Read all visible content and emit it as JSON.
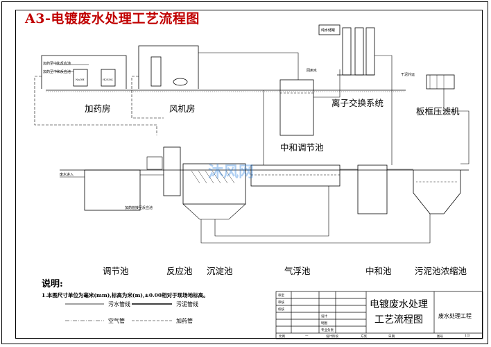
{
  "title": "A3-电镀废水处理工艺流程图",
  "rooms": {
    "dosing_room": "加药房",
    "blower_room": "风机房",
    "neutral_adjust_tank": "中和调节池",
    "ion_exchange": "离子交换系统",
    "filter_press": "板框压滤机"
  },
  "units": {
    "equalization": "调节池",
    "reaction": "反应池",
    "sedimentation": "沉淀池",
    "flotation": "气浮池",
    "neutralization": "中和池",
    "sludge_thickener": "污泥池浓缩池"
  },
  "small_labels": {
    "dosing1": "加药至中和反应池",
    "dosing2": "加药至中和反应池",
    "water_in": "废水进入",
    "pure_water": "纯水储罐",
    "reuse": "回用水",
    "mud_out": "干泥外运",
    "drug_pipe_label": "加药管接至反应池",
    "naoh": "NaOH",
    "h2so4": "H2SO4"
  },
  "notes": {
    "heading": "说明:",
    "line1": "1.本图尺寸单位为毫米(mm),标高为米(m),±0.00相对于现场地标高。"
  },
  "legend": {
    "sewage": "污水管线",
    "sludge": "污泥管线",
    "air": "空气管",
    "dosing": "加药管"
  },
  "title_block": {
    "drawing_title_line1": "电镀废水处理",
    "drawing_title_line2": "工艺流程图",
    "project": "废水处理工程",
    "row_labels": [
      "审定",
      "审核",
      "校核",
      "设计",
      "制图",
      "专业负责"
    ],
    "bottom": [
      "比例",
      "—",
      "设计阶段",
      "方案",
      "日期",
      "图号",
      "1/3"
    ]
  },
  "watermark": "沐风网"
}
